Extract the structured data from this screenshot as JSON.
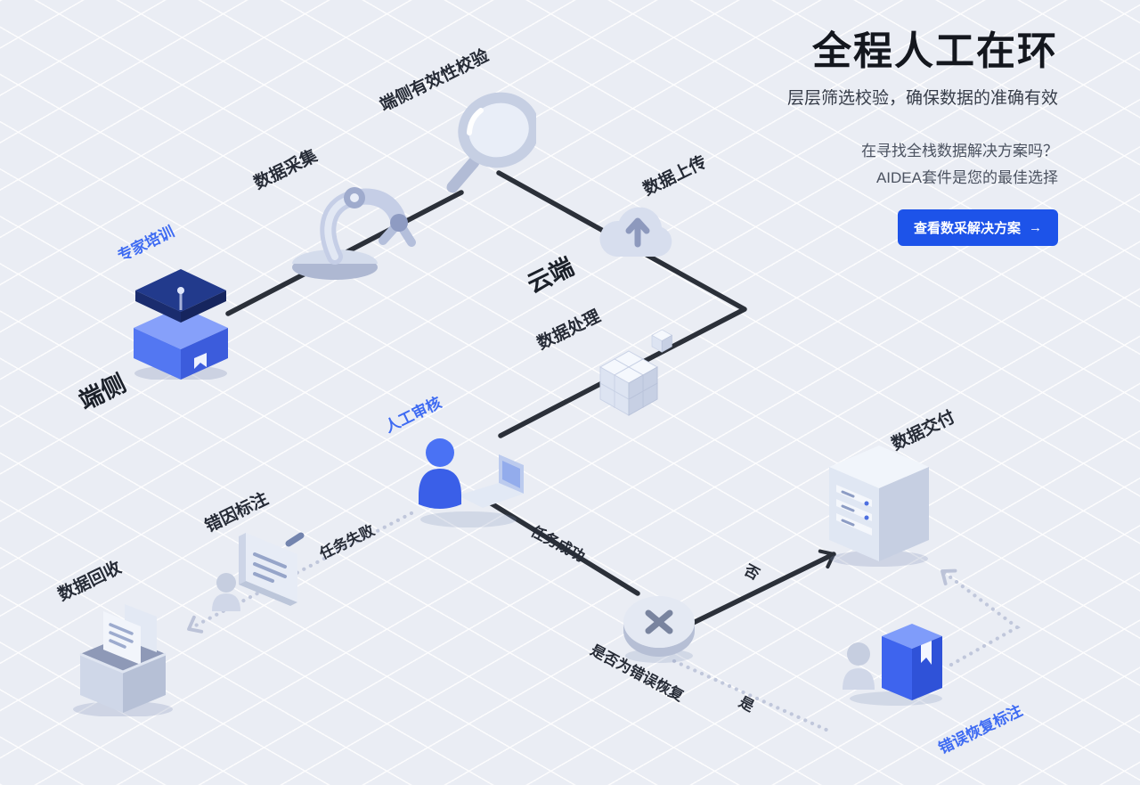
{
  "header": {
    "title": "全程人工在环",
    "subtitle": "层层筛选校验，确保数据的准确有效",
    "promo_line1": "在寻找全栈数据解决方案吗？",
    "promo_line2": "AIDEA套件是您的最佳选择",
    "cta_label": "查看数采解决方案",
    "cta_arrow": "→"
  },
  "diagram": {
    "zones": {
      "edge": "端侧",
      "cloud": "云端"
    },
    "nodes": {
      "expert_training": "专家培训",
      "data_collection": "数据采集",
      "edge_validation": "端侧有效性校验",
      "data_upload": "数据上传",
      "data_processing": "数据处理",
      "manual_review": "人工审核",
      "error_cause_annotation": "错因标注",
      "data_recycle": "数据回收",
      "data_delivery": "数据交付",
      "error_recovery_annotation": "错误恢复标注"
    },
    "edges": {
      "task_failed": "任务失败",
      "task_success": "任务成功",
      "decision_question": "是否为错误恢复",
      "yes": "是",
      "no": "否"
    },
    "icons": [
      "graduation-cap-icon",
      "robot-arm-icon",
      "magnifier-icon",
      "cloud-upload-icon",
      "cube-cluster-icon",
      "person-laptop-icon",
      "document-annotation-icon",
      "archive-box-icon",
      "x-decision-icon",
      "server-stack-icon",
      "person-book-icon",
      "arrow-right-icon"
    ]
  },
  "colors": {
    "accent_blue": "#1d53e9",
    "label_blue": "#3e6bf2",
    "flow_line": "#2b3039",
    "dotted_line": "#c0c7db",
    "background": "#eaedf4"
  }
}
